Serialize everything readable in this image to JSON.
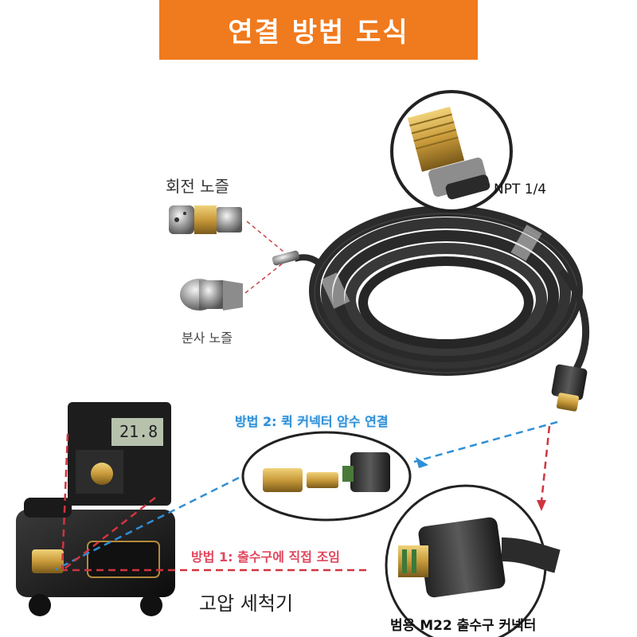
{
  "title": "연결 방법 도식",
  "labels": {
    "rotary_nozzle": "회전 노즐",
    "spray_nozzle": "분사 노즐",
    "npt": "NPT 1/4",
    "method2": "방법 2: 퀵 커넥터 암수 연결",
    "method1": "방법 1: 출수구에 직접 조임",
    "washer": "고압 세척기",
    "m22": "범용 M22 출수구 커넥터",
    "gauge_reading": "21.8"
  },
  "colors": {
    "title_bg": "#f07a1e",
    "method1_red": "#e0475d",
    "method2_blue": "#2f8fd6",
    "hose": "#2b2b2b",
    "brass": "#c99a3a"
  }
}
